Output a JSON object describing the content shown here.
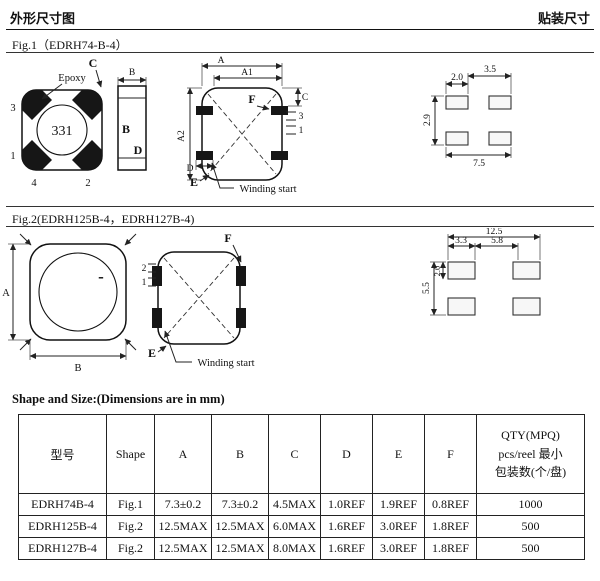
{
  "page": {
    "title_left": "外形尺寸图",
    "title_right": "贴装尺寸",
    "section_title": "Shape and Size:(Dimensions are in mm)"
  },
  "fig1": {
    "caption": "Fig.1（EDRH74-B-4）",
    "epoxy_label": "Epoxy",
    "marking": "331",
    "winding_label": "Winding start",
    "pins": {
      "p1": "1",
      "p2": "2",
      "p3": "3",
      "p4": "4"
    },
    "dims": {
      "a": "A",
      "a1": "A1",
      "a2": "A2",
      "b": "B",
      "c": "C",
      "d": "D",
      "e": "E",
      "f": "F"
    },
    "pad_dims": {
      "pad_width": "2.0",
      "pad_length": "3.5",
      "row_pitch": "2.9",
      "overall": "7.5"
    }
  },
  "fig2": {
    "caption": "Fig.2(EDRH125B-4，EDRH127B-4)",
    "polarity": "-",
    "winding_label": "Winding start",
    "pins": {
      "p1": "1",
      "p2": "2"
    },
    "dims": {
      "a": "A",
      "b": "B",
      "e": "E",
      "f": "F"
    },
    "pad_dims": {
      "overall": "12.5",
      "pad_width": "3.3",
      "pitch": "5.8",
      "col_height": "5.5",
      "pad_height": "2.0"
    }
  },
  "table": {
    "headers": [
      "型号",
      "Shape",
      "A",
      "B",
      "C",
      "D",
      "E",
      "F"
    ],
    "qty_header": "QTY(MPQ)\npcs/reel  最小\n包装数(个/盘)",
    "rows": [
      [
        "EDRH74B-4",
        "Fig.1",
        "7.3±0.2",
        "7.3±0.2",
        "4.5MAX",
        "1.0REF",
        "1.9REF",
        "0.8REF",
        "1000"
      ],
      [
        "EDRH125B-4",
        "Fig.2",
        "12.5MAX",
        "12.5MAX",
        "6.0MAX",
        "1.6REF",
        "3.0REF",
        "1.8REF",
        "500"
      ],
      [
        "EDRH127B-4",
        "Fig.2",
        "12.5MAX",
        "12.5MAX",
        "8.0MAX",
        "1.6REF",
        "3.0REF",
        "1.8REF",
        "500"
      ]
    ]
  }
}
